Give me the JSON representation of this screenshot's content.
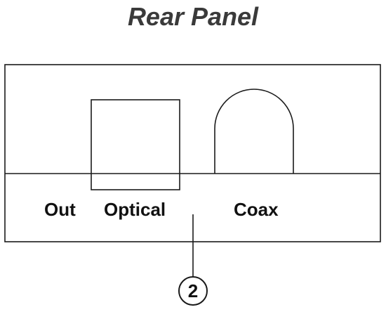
{
  "title": "Rear Panel",
  "labels": {
    "out": "Out",
    "optical": "Optical",
    "coax": "Coax"
  },
  "callout": {
    "number": "2"
  },
  "colors": {
    "stroke": "#1a1a1a",
    "title": "#3a3a3a",
    "background": "#ffffff"
  }
}
